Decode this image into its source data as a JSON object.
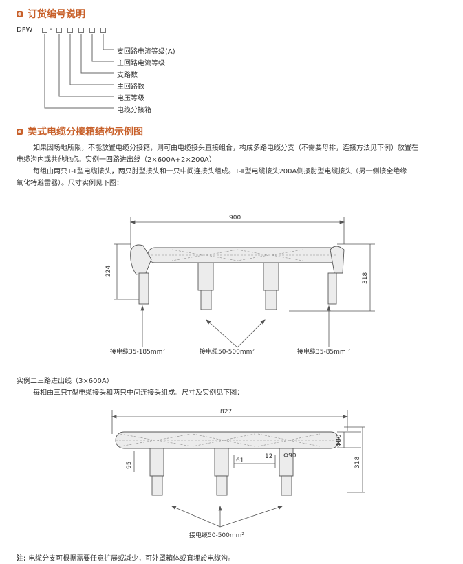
{
  "section1": {
    "title": "订货编号说明"
  },
  "code": {
    "prefix": "DFW",
    "sep": "-"
  },
  "code_labels": [
    "支回路电流等级(A)",
    "主回路电流等级",
    "支路数",
    "主回路数",
    "电压等级",
    "电缆分接箱"
  ],
  "section2": {
    "title": "美式电缆分接箱结构示例图"
  },
  "para": [
    "如果因场地所限，不能放置电缆分接箱，则可由电缆接头直接组合，构成多路电缆分支（不需要母排，连接方法见下例）放置在",
    "电缆沟内或共他地点。实例一四路进出线（2×600A+2×200A）",
    "每组由两只T-Ⅱ型电缆接头，两只肘型接头和一只中间连接头组成。T-Ⅱ型电缆接头200A侧接肘型电缆接头（另一侧接全绝缘",
    "氧化特避雷器）。尺寸实例见下图："
  ],
  "diagram1": {
    "width": "900",
    "left_height": "224",
    "right_height": "318",
    "label_left": "接电缆35-185mm²",
    "label_mid": "接电缆50-500mm²",
    "label_right": "接电缆35-85mm ²"
  },
  "example2": {
    "title": "实例二三路进出线（3×600A）",
    "desc": "每相由三只T型电缆接头和两只中间连接头组成。尺寸及实例见下图："
  },
  "diagram2": {
    "width": "827",
    "dia80": "Φ80",
    "dia90": "Φ90",
    "d95": "95",
    "d61": "61",
    "d12": "12",
    "height": "318",
    "label": "接电缆50-500mm²"
  },
  "note": {
    "prefix": "注:",
    "text": "电缆分支可根据需要任意扩展或减少，可外罩箱体或直埋於电缆沟。"
  },
  "colors": {
    "accent": "#c8602a",
    "body_fill": "#ececec"
  }
}
